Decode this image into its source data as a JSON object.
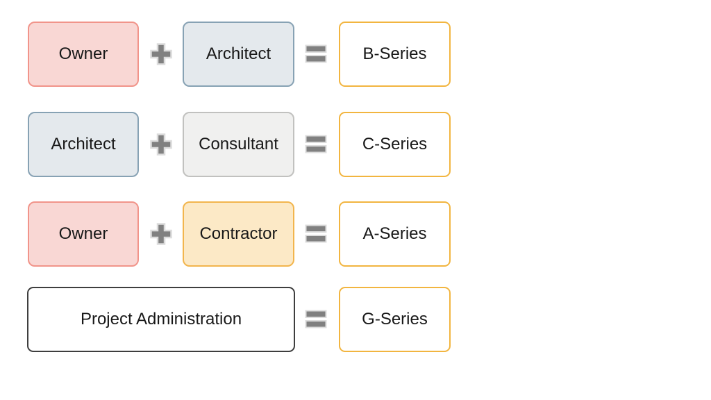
{
  "diagram": {
    "description": "Role combination equations mapping to contract document series",
    "rows": [
      {
        "operand1": "Owner",
        "operator": "plus",
        "operand2": "Architect",
        "equals": "equals",
        "result": "B-Series"
      },
      {
        "operand1": "Architect",
        "operator": "plus",
        "operand2": "Consultant",
        "equals": "equals",
        "result": "C-Series"
      },
      {
        "operand1": "Owner",
        "operator": "plus",
        "operand2": "Contractor",
        "equals": "equals",
        "result": "A-Series"
      },
      {
        "operand1": "Project Administration",
        "equals": "equals",
        "result": "G-Series"
      }
    ],
    "colors": {
      "owner_fill": "#f9d7d4",
      "owner_border": "#f1948a",
      "architect_fill": "#e4e9ed",
      "architect_border": "#87a2b4",
      "consultant_fill": "#f0f0ef",
      "consultant_border": "#c1c1bf",
      "contractor_fill": "#fce9c6",
      "contractor_border": "#f2b54d",
      "series_fill": "#ffffff",
      "series_border": "#f2b540",
      "admin_border": "#3e3e3e",
      "operator_gray": "#808080",
      "background": "#ffffff",
      "text": "#181818"
    }
  }
}
